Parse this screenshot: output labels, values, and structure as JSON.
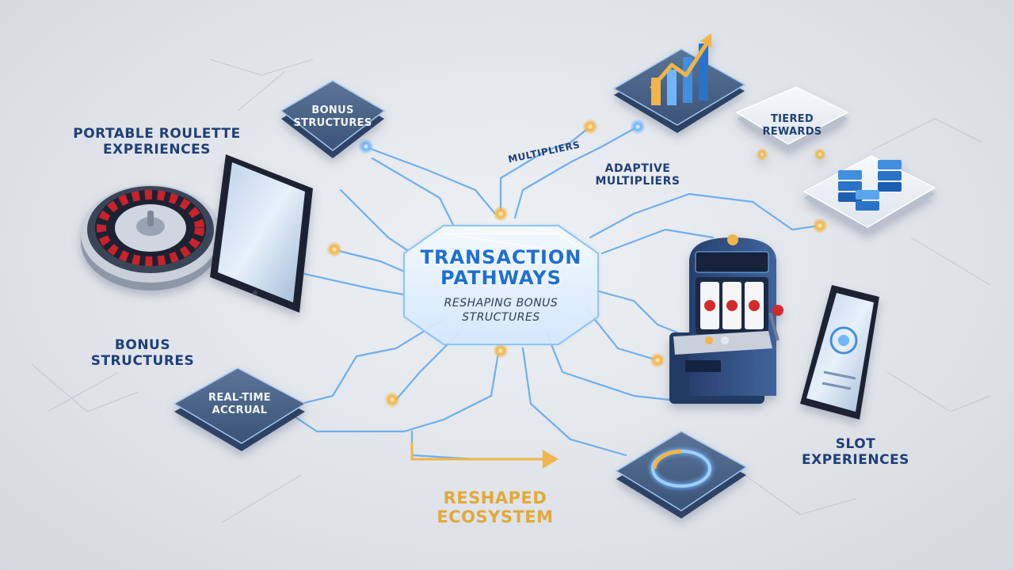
{
  "hub": {
    "title": "TRANSACTION PATHWAYS",
    "subtitle": "RESHAPING BONUS STRUCTURES"
  },
  "labels": {
    "portable_roulette": "PORTABLE ROULETTE EXPERIENCES",
    "bonus_structures_left": "BONUS STRUCTURES",
    "multipliers": "MULTIPLIERS",
    "adaptive_multipliers": "ADAPTIVE MULTIPLIERS",
    "slot_experiences": "SLOT EXPERIENCES",
    "reshaped_ecosystem": "RESHAPED ECOSYSTEM"
  },
  "tiles": {
    "bonus_structures_top": "BONUS STRUCTURES",
    "tiered_rewards": "TIERED REWARDS",
    "real_time_accrual": "REAL-TIME ACCRUAL"
  },
  "colors": {
    "accent_blue": "#3f8fe0",
    "node_gold": "#f2b54a",
    "label_navy": "#1f3f78",
    "ecosystem_gold": "#e0a93a"
  }
}
